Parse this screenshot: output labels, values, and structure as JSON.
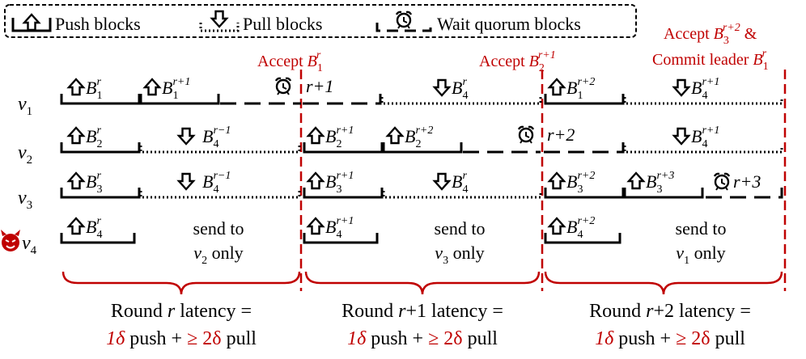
{
  "legend": {
    "push": "Push blocks",
    "pull": "Pull blocks",
    "wait": "Wait quorum blocks"
  },
  "accept_labels": {
    "a1_prefix": "Accept ",
    "a1_block": "B",
    "a1_sub": "1",
    "a1_sup": "r",
    "a2_prefix": "Accept ",
    "a2_block": "B",
    "a2_sub": "2",
    "a2_sup": "r+1",
    "a3_prefix": "Accept ",
    "a3_block": "B",
    "a3_sub": "3",
    "a3_sup": "r+2",
    "a3_suffix": " &",
    "a4_prefix": "Commit leader ",
    "a4_block": "B",
    "a4_sub": "1",
    "a4_sup": "r"
  },
  "validators": {
    "v1": {
      "name": "v",
      "sub": "1"
    },
    "v2": {
      "name": "v",
      "sub": "2"
    },
    "v3": {
      "name": "v",
      "sub": "3"
    },
    "v4": {
      "name": "v",
      "sub": "4"
    }
  },
  "blocks": {
    "v1_push_r": {
      "sub": "1",
      "sup": "r"
    },
    "v1_push_r1": {
      "sub": "1",
      "sup": "r+1"
    },
    "v1_wait": {
      "text": "r+1"
    },
    "v1_pull_1": {
      "sub": "4",
      "sup": "r"
    },
    "v1_push_r2": {
      "sub": "1",
      "sup": "r+2"
    },
    "v1_pull_2": {
      "sub": "4",
      "sup": "r+1"
    },
    "v2_push_r": {
      "sub": "2",
      "sup": "r"
    },
    "v2_pull_1": {
      "sub": "4",
      "sup": "r−1"
    },
    "v2_push_r1": {
      "sub": "2",
      "sup": "r+1"
    },
    "v2_push_r2": {
      "sub": "2",
      "sup": "r+2"
    },
    "v2_wait": {
      "text": "r+2"
    },
    "v2_pull_2": {
      "sub": "4",
      "sup": "r+1"
    },
    "v3_push_r": {
      "sub": "3",
      "sup": "r"
    },
    "v3_pull_1": {
      "sub": "4",
      "sup": "r−1"
    },
    "v3_push_r1": {
      "sub": "3",
      "sup": "r+1"
    },
    "v3_pull_2": {
      "sub": "4",
      "sup": "r"
    },
    "v3_push_r2": {
      "sub": "3",
      "sup": "r+2"
    },
    "v3_push_r3": {
      "sub": "3",
      "sup": "r+3"
    },
    "v3_wait": {
      "text": "r+3"
    },
    "v4_push_r": {
      "sub": "4",
      "sup": "r"
    },
    "v4_push_r1": {
      "sub": "4",
      "sup": "r+1"
    },
    "v4_push_r2": {
      "sub": "4",
      "sup": "r+2"
    }
  },
  "send_to": {
    "s1_line1": "send to",
    "s1_v": "v",
    "s1_sub": "2",
    "s1_only": " only",
    "s2_line1": "send to",
    "s2_v": "v",
    "s2_sub": "3",
    "s2_only": " only",
    "s3_line1": "send to",
    "s3_v": "v",
    "s3_sub": "1",
    "s3_only": " only"
  },
  "rounds": [
    {
      "pre": "Round ",
      "var": "r",
      "post": " latency =",
      "l2a": "1δ",
      "l2b": " push + ",
      "l2c": "≥ 2δ",
      "l2d": " pull"
    },
    {
      "pre": "Round ",
      "var": "r",
      "post": "+1 latency =",
      "l2a": "1δ",
      "l2b": " push + ",
      "l2c": "≥ 2δ",
      "l2d": " pull"
    },
    {
      "pre": "Round ",
      "var": "r",
      "post": "+2 latency =",
      "l2a": "1δ",
      "l2b": " push + ",
      "l2c": "≥ 2δ",
      "l2d": " pull"
    }
  ],
  "colors": {
    "accent": "#c00000",
    "ink": "#000000"
  }
}
